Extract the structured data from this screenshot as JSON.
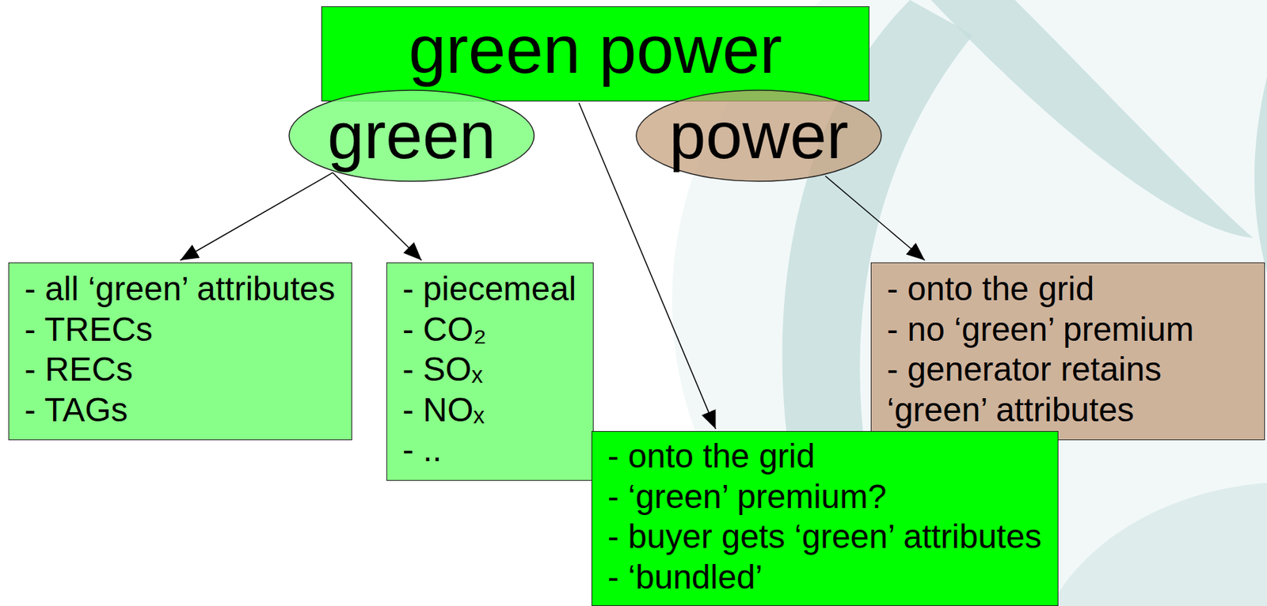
{
  "diagram": {
    "nodes": [
      {
        "text": [
          "green power"
        ]
      },
      {
        "text": [
          "green"
        ]
      },
      {
        "text": [
          "power"
        ]
      },
      {
        "text": [
          "- all ‘green’ attributes",
          "- TRECs",
          "- RECs",
          "- TAGs"
        ]
      },
      {
        "text": [
          "- piecemeal",
          "- CO₂",
          "- SOₓ",
          "- NOₓ",
          "- .."
        ]
      },
      {
        "text": [
          "- onto the grid",
          "- no ‘green’ premium",
          "- generator retains ‘green’ attributes"
        ]
      },
      {
        "text": [
          "- onto the grid",
          "- ‘green’ premium?",
          "- buyer gets ‘green’ attributes",
          "- ‘bundled’"
        ]
      }
    ],
    "edges": [
      {
        "from": 1,
        "to": 3,
        "arrow": "to"
      },
      {
        "from": 1,
        "to": 4,
        "arrow": "to"
      },
      {
        "from": 0,
        "to": 6,
        "arrow": "to"
      },
      {
        "from": 2,
        "to": 5,
        "arrow": "to"
      }
    ]
  }
}
